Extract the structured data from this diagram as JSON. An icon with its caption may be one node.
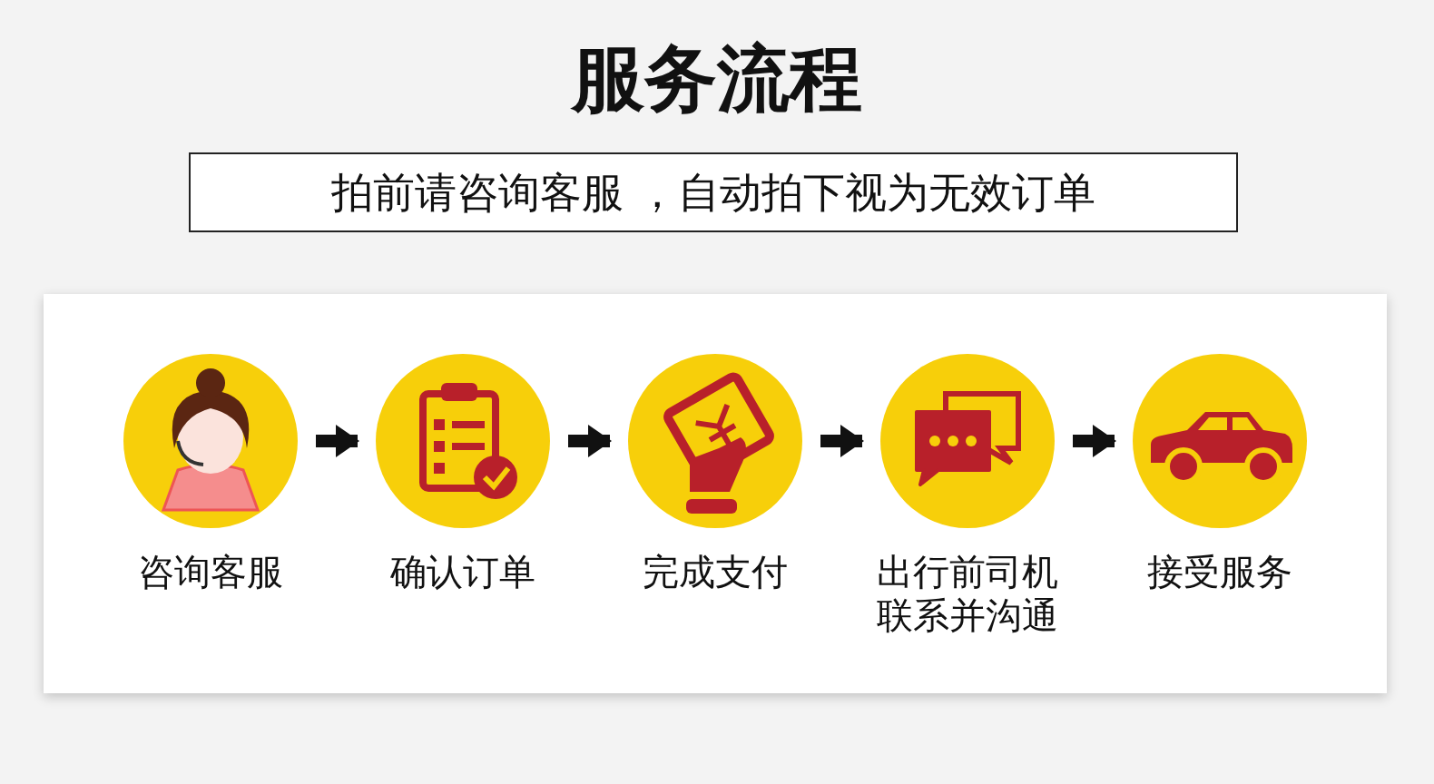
{
  "diagram": {
    "title": "服务流程",
    "nodes": [
      {
        "text": [
          "拍前请咨询客服 ，自动拍下视为无效订单"
        ]
      },
      {
        "text": [
          "咨询客服"
        ]
      },
      {
        "text": [
          "确认订单"
        ]
      },
      {
        "text": [
          "完成支付"
        ]
      },
      {
        "text": [
          "出行前司机联系并沟通"
        ]
      },
      {
        "text": [
          "接受服务"
        ]
      }
    ],
    "edges": [
      {
        "from": 1,
        "to": 2,
        "arrow": "to"
      },
      {
        "from": 2,
        "to": 3,
        "arrow": "to"
      },
      {
        "from": 3,
        "to": 4,
        "arrow": "to"
      },
      {
        "from": 4,
        "to": 5,
        "arrow": "to"
      }
    ]
  }
}
